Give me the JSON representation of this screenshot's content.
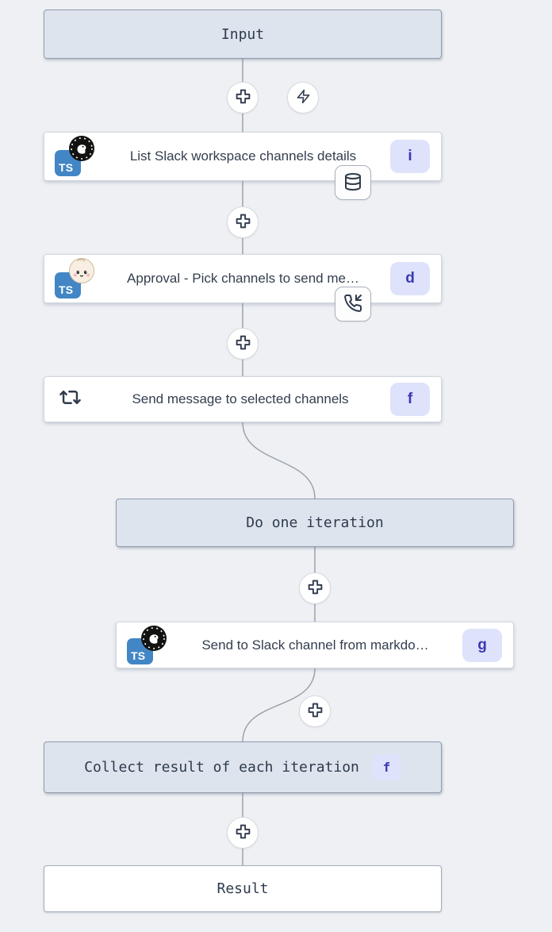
{
  "app": "flow-editor",
  "colors": {
    "background": "#eef0f4",
    "virtual_box_fill": "#dde4ee",
    "node_fill": "#ffffff",
    "badge_bg": "#dee3fb",
    "badge_text": "#3c38b5",
    "typescript_blue": "#4286c5",
    "connector": "#9aa3ae",
    "icon_stroke": "#2f3b4c"
  },
  "icons": {
    "add": "plus-icon",
    "trigger": "zap-icon",
    "cache": "database-icon",
    "suspend": "phone-incoming-icon",
    "forloop": "repeat-icon",
    "deno": "deno-logo",
    "bun": "bun-logo"
  },
  "lang_badge": "TS",
  "nodes": {
    "input": {
      "label": "Input"
    },
    "list_channels": {
      "label": "List Slack workspace channels details",
      "badge": "i"
    },
    "approval": {
      "label": "Approval - Pick channels to send me…",
      "badge": "d"
    },
    "forloop": {
      "label": "Send message to selected channels",
      "badge": "f"
    },
    "do_iteration": {
      "label": "Do one iteration"
    },
    "send_markdown": {
      "label": "Send to Slack channel from markdo…",
      "badge": "g"
    },
    "collect": {
      "label": "Collect result of each iteration",
      "badge": "f"
    },
    "result": {
      "label": "Result"
    }
  }
}
